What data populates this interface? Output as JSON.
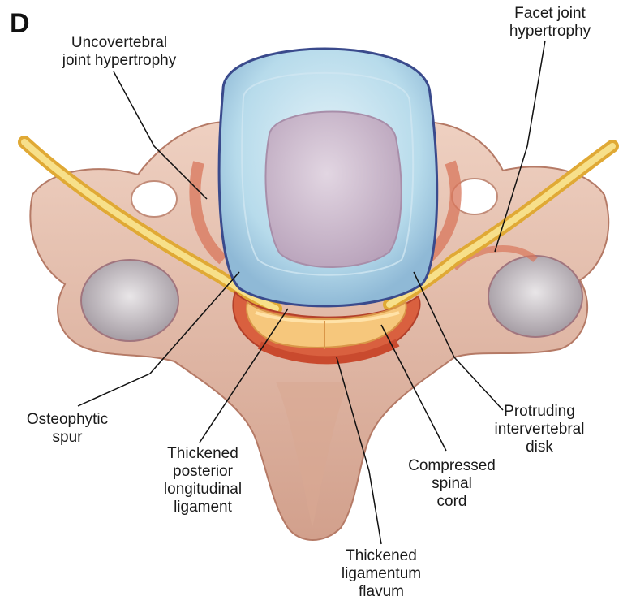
{
  "panel_letter": "D",
  "labels": {
    "uncovertebral": "Uncovertebral\njoint hypertrophy",
    "facet": "Facet joint\nhypertrophy",
    "osteophytic": "Osteophytic\nspur",
    "pll": "Thickened\nposterior\nlongitudinal\nligament",
    "compressed": "Compressed\nspinal\ncord",
    "protruding": "Protruding\nintervertebral\ndisk",
    "flavum": "Thickened\nligamentum\nflavum"
  },
  "colors": {
    "bone": "#e8c7b6",
    "bone_shadow": "#c99482",
    "disc_outer": "#b9dcec",
    "disc_inner": "#d6c4d6",
    "ligament": "#d9603f",
    "nerve": "#f2d04a",
    "cord": "#f6c77c",
    "facet_surface": "#c9c3c8"
  }
}
